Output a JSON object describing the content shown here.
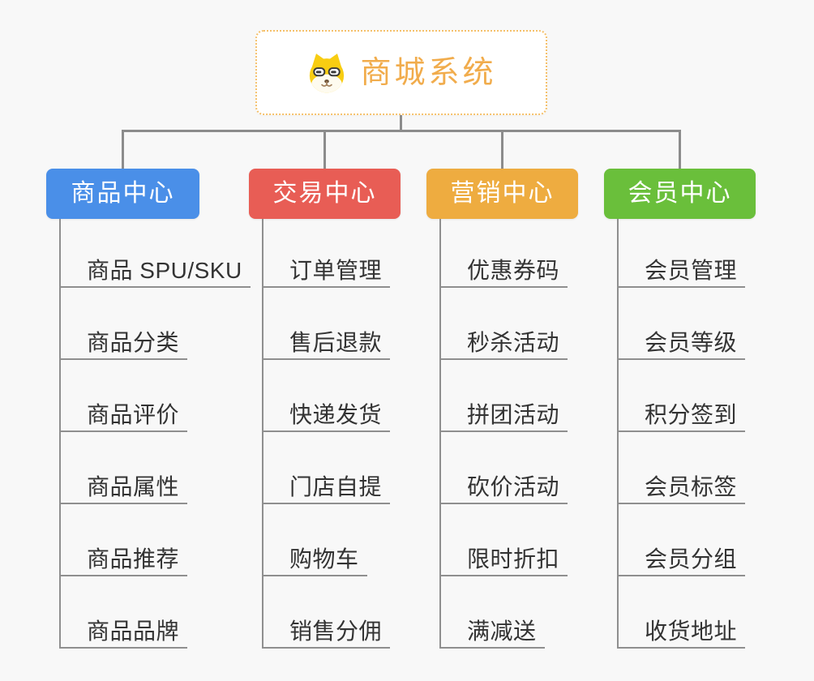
{
  "root": {
    "title": "商城系统",
    "icon": "doge-icon"
  },
  "branches": [
    {
      "label": "商品中心",
      "color": "#4a8fe8",
      "items": [
        "商品 SPU/SKU",
        "商品分类",
        "商品评价",
        "商品属性",
        "商品推荐",
        "商品品牌"
      ]
    },
    {
      "label": "交易中心",
      "color": "#e85d55",
      "items": [
        "订单管理",
        "售后退款",
        "快递发货",
        "门店自提",
        "购物车",
        "销售分佣"
      ]
    },
    {
      "label": "营销中心",
      "color": "#eeac40",
      "items": [
        "优惠券码",
        "秒杀活动",
        "拼团活动",
        "砍价活动",
        "限时折扣",
        "满减送"
      ]
    },
    {
      "label": "会员中心",
      "color": "#6abf3b",
      "items": [
        "会员管理",
        "会员等级",
        "积分签到",
        "会员标签",
        "会员分组",
        "收货地址"
      ]
    }
  ],
  "colors": {
    "background": "#f8f8f8",
    "root_border": "#f5c06a",
    "root_title": "#f1ac4c",
    "connector_gray": "#8c8c8c",
    "item_line": "#8f8f8f",
    "item_text": "#333333",
    "branch_blue": "#4a8fe8",
    "branch_red": "#e85d55",
    "branch_orange": "#eeac40",
    "branch_green": "#6abf3b"
  }
}
